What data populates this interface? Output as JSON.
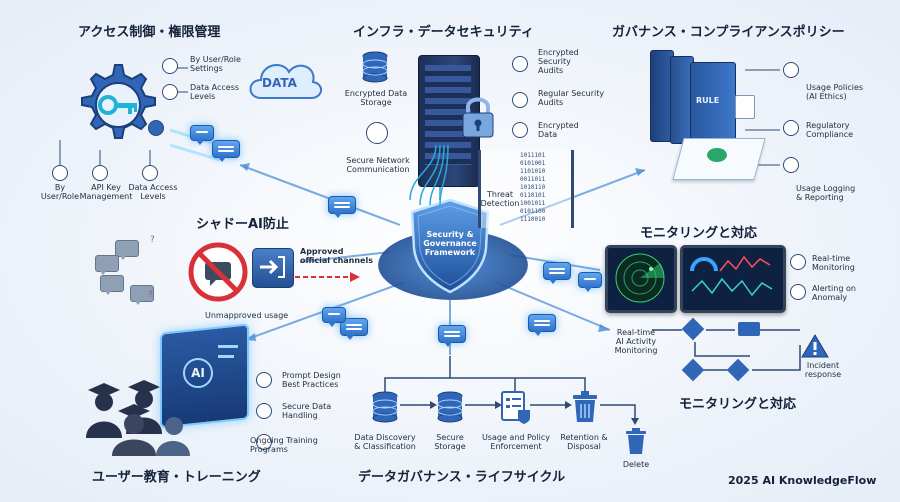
{
  "headings": {
    "access": "アクセス制御・権限管理",
    "infra": "インフラ・データセキュリティ",
    "governance": "ガバナンス・コンプライアンスポリシー",
    "shadow": "シャドーAI防止",
    "monitoring_top": "モニタリングと対応",
    "monitoring_bottom": "モニタリングと対応",
    "education": "ユーザー教育・トレーニング",
    "lifecycle": "データガバナンス・ライフサイクル"
  },
  "center": {
    "label": "Security &\nGovernance\nFramework"
  },
  "access": {
    "cloud_text": "DATA",
    "items": [
      "By User/Role\nSettings",
      "Data Access\nLevels"
    ],
    "bottom_items": [
      "By\nUser/Role",
      "API Key\nManagement",
      "Data Access\nLevels"
    ]
  },
  "infra": {
    "left_items": [
      "Encrypted Data\nStorage",
      "Secure Network\nCommunication"
    ],
    "right_items": [
      "Encrypted\nSecurity\nAudits",
      "Regular Security\nAudits",
      "Encrypted\nData"
    ],
    "threat": "Threat\nDetection",
    "binary": "1011101\n0101001\n1101010\n0011011\n1010110\n0110101\n1001011\n0101100\n1110010"
  },
  "governance": {
    "book_label": "RULE",
    "items": [
      "Usage Policies\n(AI Ethics)",
      "Regulatory\nCompliance",
      "Usage Logging\n& Reporting"
    ]
  },
  "shadow": {
    "approved": "Approved\nofficial channels",
    "unapproved": "Unmapproved usage"
  },
  "monitoring": {
    "items": [
      "Real-time\nMonitoring",
      "Alerting on\nAnomaly"
    ],
    "radar_label": "Real-time\nAI Activity\nMonitoring",
    "incident": "Incident\nresponse"
  },
  "education": {
    "screen_text": "AI",
    "items": [
      "Prompt Design\nBest Practices",
      "Secure Data\nHandling",
      "Ongoing Training\nPrograms"
    ]
  },
  "lifecycle": {
    "steps": [
      "Data Discovery\n& Classification",
      "Secure\nStorage",
      "Usage and Policy\nEnforcement",
      "Retention &\nDisposal",
      "Delete"
    ]
  },
  "footer": {
    "brand": "2025 AI KnowledgeFlow"
  },
  "colors": {
    "accent": "#2f74cc",
    "navy": "#1f3f78",
    "danger": "#d9303a",
    "glow": "#6fd0ff"
  }
}
